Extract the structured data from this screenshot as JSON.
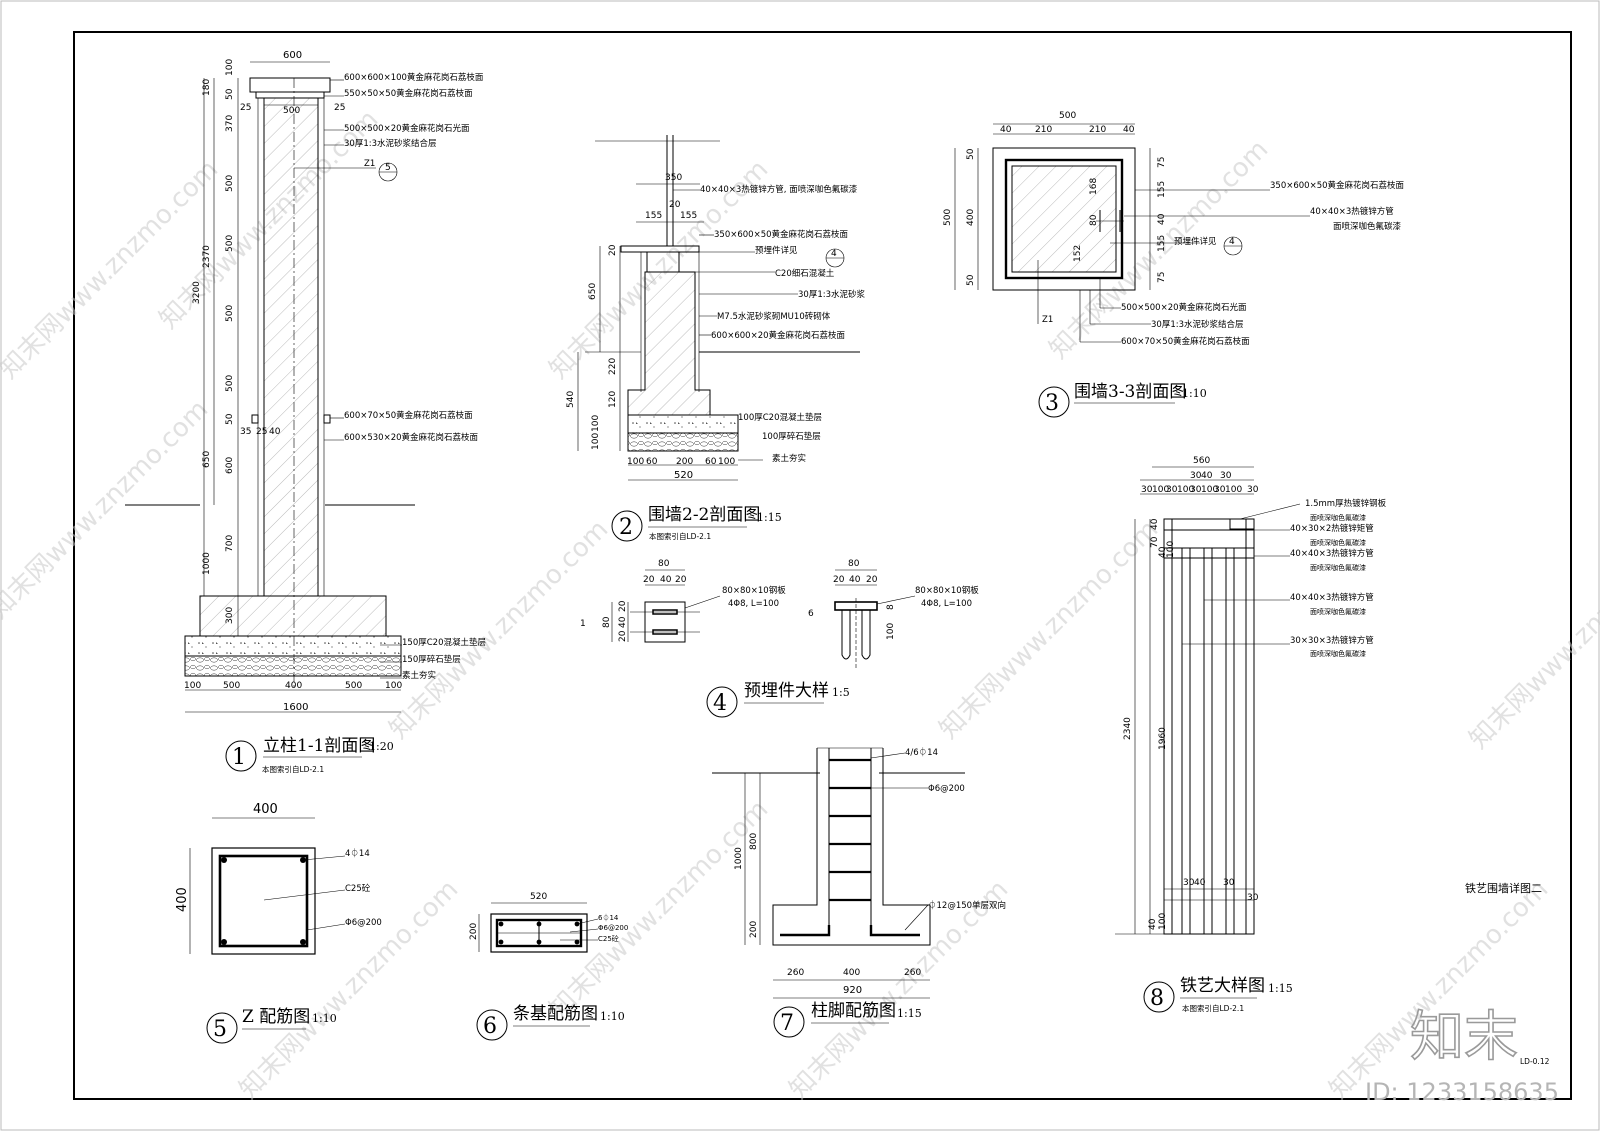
{
  "sheet_name": "铁艺围墙详图二",
  "sheet_code": "LD-0.12",
  "logo_text": "知末",
  "id_text": "ID: 1233158635",
  "watermark_text": "知末网www.znzmo.com",
  "section1": {
    "number": "1",
    "title": "立柱1-1剖面图",
    "scale": "1:20",
    "note": "本图索引自LD-2.1",
    "tag": "Z1",
    "ref_num": "5",
    "top_dims": [
      "600",
      "500"
    ],
    "left_dims": [
      "100",
      "180",
      "50",
      "370",
      "500",
      "500",
      "500",
      "500",
      "50",
      "600",
      "700",
      "300",
      "2370",
      "3200",
      "650",
      "1000"
    ],
    "side_dims": [
      "25",
      "25",
      "35",
      "25",
      "40"
    ],
    "bottom_dims": [
      "100",
      "500",
      "400",
      "500",
      "100"
    ],
    "bottom_total": "1600",
    "labels": [
      "600×600×100黄金麻花岗石荔枝面",
      "550×50×50黄金麻花岗石荔枝面",
      "500×500×20黄金麻花岗石光面",
      "30厚1:3水泥砂浆结合层",
      "600×70×50黄金麻花岗石荔枝面",
      "600×530×20黄金麻花岗石荔枝面",
      "150厚C20混凝土垫层",
      "150厚碎石垫层",
      "素土夯实"
    ]
  },
  "section2": {
    "number": "2",
    "title": "围墙2-2剖面图",
    "scale": "1:15",
    "note": "本图索引自LD-2.1",
    "ref_num": "4",
    "top_dims": [
      "350",
      "20",
      "155",
      "155"
    ],
    "left_dims": [
      "20",
      "650",
      "220",
      "540",
      "120",
      "100",
      "100"
    ],
    "bottom_dims": [
      "100",
      "60",
      "200",
      "60",
      "100"
    ],
    "bottom_total": "520",
    "labels": [
      "40×40×3热镀锌方管, 面喷深咖色氟碳漆",
      "350×600×50黄金麻花岗石荔枝面",
      "预埋件详见",
      "C20细石混凝土",
      "30厚1:3水泥砂浆",
      "M7.5水泥砂浆砌MU10砖砌体",
      "600×600×20黄金麻花岗石荔枝面",
      "100厚C20混凝土垫层",
      "100厚碎石垫层",
      "素土夯实"
    ]
  },
  "section3": {
    "number": "3",
    "title": "围墙3-3剖面图",
    "scale": "1:10",
    "tag": "Z1",
    "ref_num": "4",
    "top_dims": [
      "500",
      "40",
      "210",
      "210",
      "40"
    ],
    "left_dims": [
      "50",
      "400",
      "50",
      "500"
    ],
    "right_dims": [
      "75",
      "155",
      "40",
      "155",
      "75"
    ],
    "inner_dims": [
      "168",
      "80",
      "152"
    ],
    "labels": [
      "350×600×50黄金麻花岗石荔枝面",
      "40×40×3热镀锌方管",
      "面喷深咖色氟碳漆",
      "预埋件详见",
      "500×500×20黄金麻花岗石光面",
      "30厚1:3水泥砂浆结合层",
      "600×70×50黄金麻花岗石荔枝面"
    ]
  },
  "section4": {
    "number": "4",
    "title": "预埋件大样",
    "scale": "1:5",
    "top_dims": [
      "80",
      "20",
      "40",
      "20"
    ],
    "left_dims": [
      "20",
      "40",
      "20",
      "80"
    ],
    "side_dims": [
      "1",
      "6",
      "8",
      "100"
    ],
    "labels": [
      "80×80×10钢板",
      "4Φ8, L=100"
    ]
  },
  "section5": {
    "number": "5",
    "title": "Z 配筋图",
    "scale": "1:10",
    "dims": [
      "400",
      "400"
    ],
    "labels": [
      "4⏀14",
      "C25砼",
      "Φ6@200"
    ]
  },
  "section6": {
    "number": "6",
    "title": "条基配筋图",
    "scale": "1:10",
    "dims": [
      "520",
      "200"
    ],
    "labels": [
      "6⏀14",
      "Φ6@200",
      "C25砼"
    ]
  },
  "section7": {
    "number": "7",
    "title": "柱脚配筋图",
    "scale": "1:15",
    "left_dims": [
      "800",
      "1000",
      "200"
    ],
    "bottom_dims": [
      "260",
      "400",
      "260"
    ],
    "bottom_total": "920",
    "labels": [
      "4/6⏀14",
      "Φ6@200",
      "⏀12@150单层双向"
    ]
  },
  "section8": {
    "number": "8",
    "title": "铁艺大样图",
    "scale": "1:15",
    "note": "本图索引自LD-2.1",
    "top_total": "560",
    "top_dims": [
      "30",
      "100",
      "30",
      "100",
      "30",
      "100",
      "30",
      "100",
      "30"
    ],
    "top_dims2": [
      "30",
      "40",
      "30"
    ],
    "left_dims": [
      "40",
      "70",
      "40",
      "100",
      "1960",
      "2340",
      "40",
      "100"
    ],
    "bottom_dims": [
      "30",
      "40",
      "30",
      "30"
    ],
    "labels": [
      "1.5mm厚热镀锌钢板",
      "面喷深咖色氟碳漆",
      "40×30×2热镀锌矩管",
      "面喷深咖色氟碳漆",
      "40×40×3热镀锌方管",
      "面喷深咖色氟碳漆",
      "40×40×3热镀锌方管",
      "面喷深咖色氟碳漆",
      "30×30×3热镀锌方管",
      "面喷深咖色氟碳漆"
    ]
  }
}
